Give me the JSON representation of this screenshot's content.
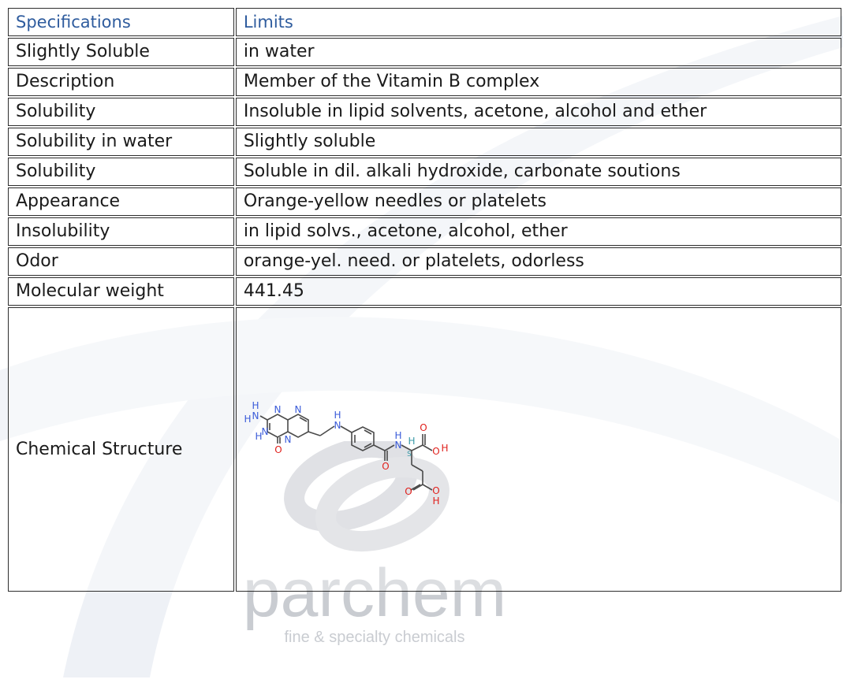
{
  "table": {
    "header": {
      "spec": "Specifications",
      "limit": "Limits"
    },
    "rows": [
      {
        "spec": "Slightly Soluble",
        "limit": "in water"
      },
      {
        "spec": "Description",
        "limit": "Member of the Vitamin B complex"
      },
      {
        "spec": "Solubility",
        "limit": "Insoluble in lipid solvents, acetone, alcohol and ether"
      },
      {
        "spec": "Solubility in water",
        "limit": "Slightly soluble"
      },
      {
        "spec": "Solubility",
        "limit": "Soluble in dil. alkali hydroxide, carbonate soutions"
      },
      {
        "spec": "Appearance",
        "limit": "Orange-yellow needles or platelets"
      },
      {
        "spec": "Insolubility",
        "limit": "in lipid solvs., acetone, alcohol, ether"
      },
      {
        "spec": "Odor",
        "limit": "orange-yel. need. or platelets, odorless"
      },
      {
        "spec": "Molecular weight",
        "limit": "441.45"
      }
    ],
    "structure_label": "Chemical Structure"
  },
  "structure": {
    "atoms": {
      "N": "N",
      "H": "H",
      "O": "O",
      "NH": "NH",
      "S": "S"
    },
    "colors": {
      "nitrogen": "#3a5bd9",
      "oxygen": "#e0201c",
      "hydrogen": "#3a9aa8",
      "bond": "#4a4a4a"
    }
  },
  "watermark": {
    "brand": "parchem",
    "tagline": "fine & specialty chemicals",
    "color": "#c9ccd1"
  },
  "colors": {
    "header_text": "#2f5c9e",
    "border": "#2d2d2d",
    "text": "#1a1a1a"
  }
}
